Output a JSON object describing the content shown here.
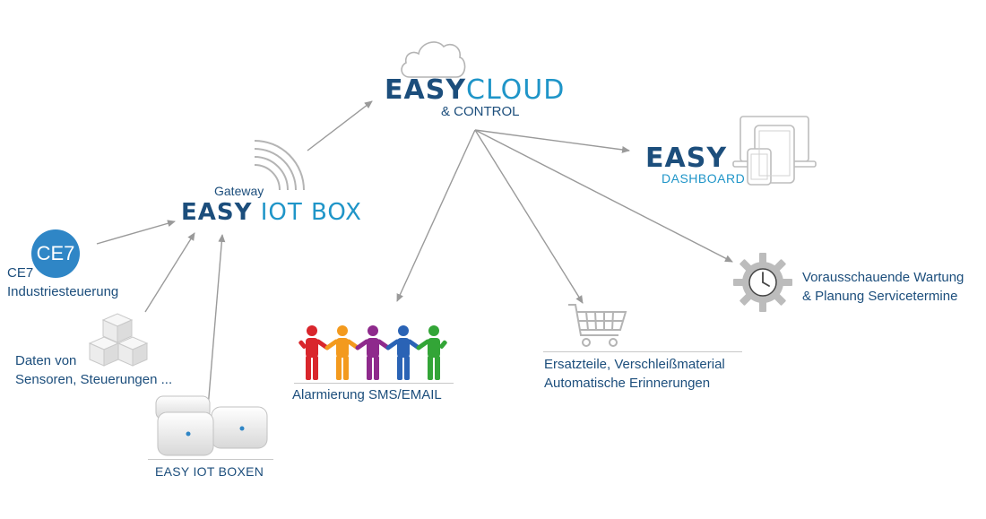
{
  "cloud": {
    "brand_strong": "EASY",
    "brand_light": "CLOUD",
    "sub": "& CONTROL"
  },
  "gateway": {
    "caption": "Gateway",
    "brand_strong": "EASY",
    "brand_light": "IOT BOX"
  },
  "dashboard": {
    "brand_strong": "EASY",
    "sub": "DASHBOARD"
  },
  "ce7": {
    "badge": "CE7",
    "line1": "CE7",
    "line2": "Industriesteuerung"
  },
  "sensors": {
    "line1": "Daten von",
    "line2": "Sensoren, Steuerungen ..."
  },
  "boxes": {
    "label": "EASY IOT BOXEN"
  },
  "alarm": {
    "label": "Alarmierung SMS/EMAIL"
  },
  "parts": {
    "line1": "Ersatzteile, Verschleißmaterial",
    "line2": "Automatische Erinnerungen"
  },
  "maintenance": {
    "line1": "Vorausschauende Wartung",
    "line2": "& Planung Servicetermine"
  },
  "colors": {
    "brand_dark": "#1c4e7c",
    "brand_light": "#1f95c8",
    "arrow": "#9a9a9a",
    "icon_gray": "#b4b4b4",
    "people": [
      "#d9262c",
      "#f39a1e",
      "#8e2a8c",
      "#2a63b5",
      "#33a537"
    ]
  }
}
